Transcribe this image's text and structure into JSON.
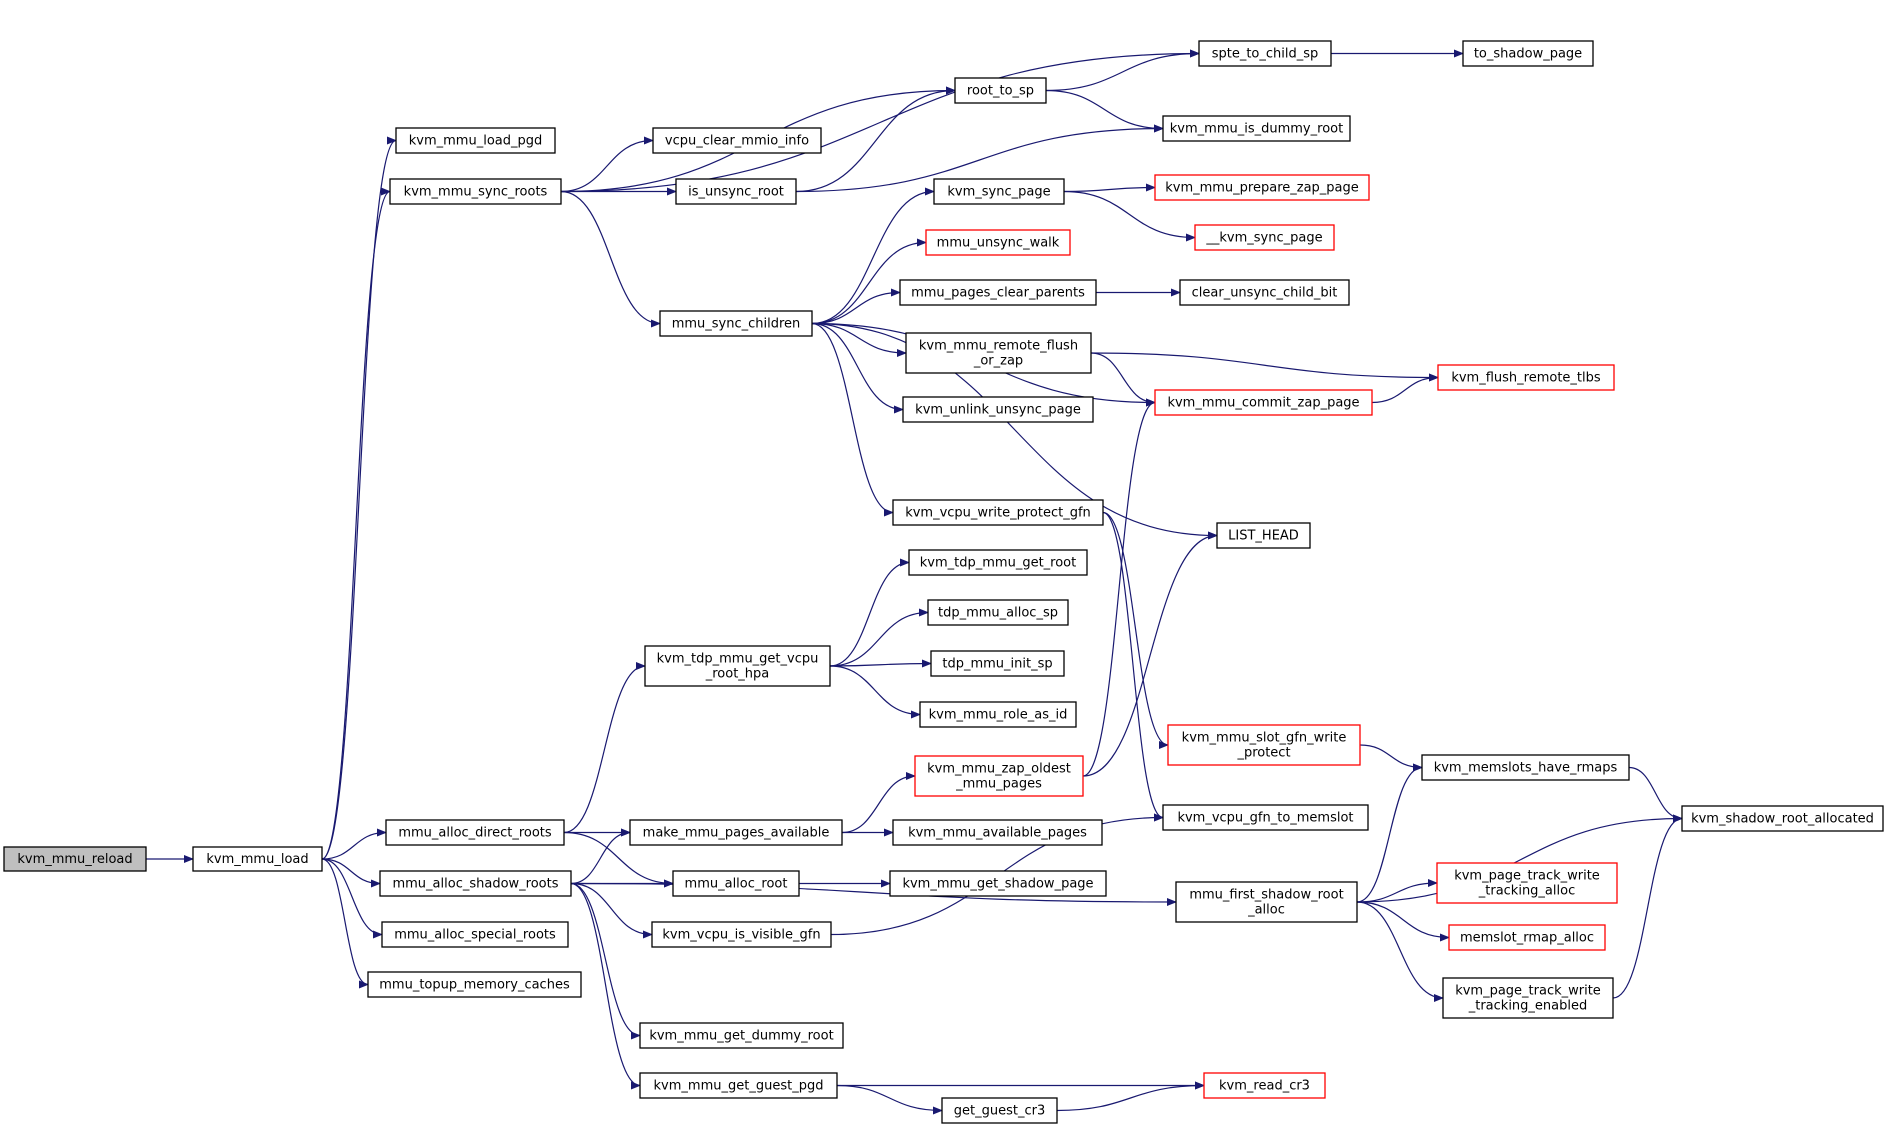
{
  "colors": {
    "edge": "#191970",
    "node_border_normal": "#000000",
    "node_border_truncated": "#ff0000",
    "root_fill": "#bfbfbf",
    "node_fill": "#ffffff"
  },
  "nodes": [
    {
      "id": "kvm_mmu_reload",
      "lines": [
        "kvm_mmu_reload"
      ],
      "style": "root"
    },
    {
      "id": "kvm_mmu_load",
      "lines": [
        "kvm_mmu_load"
      ],
      "style": "normal"
    },
    {
      "id": "kvm_mmu_load_pgd",
      "lines": [
        "kvm_mmu_load_pgd"
      ],
      "style": "normal"
    },
    {
      "id": "kvm_mmu_sync_roots",
      "lines": [
        "kvm_mmu_sync_roots"
      ],
      "style": "normal"
    },
    {
      "id": "mmu_alloc_direct_roots",
      "lines": [
        "mmu_alloc_direct_roots"
      ],
      "style": "normal"
    },
    {
      "id": "mmu_alloc_shadow_roots",
      "lines": [
        "mmu_alloc_shadow_roots"
      ],
      "style": "normal"
    },
    {
      "id": "mmu_alloc_special_roots",
      "lines": [
        "mmu_alloc_special_roots"
      ],
      "style": "normal"
    },
    {
      "id": "mmu_topup_memory_caches",
      "lines": [
        "mmu_topup_memory_caches"
      ],
      "style": "normal"
    },
    {
      "id": "vcpu_clear_mmio_info",
      "lines": [
        "vcpu_clear_mmio_info"
      ],
      "style": "normal"
    },
    {
      "id": "is_unsync_root",
      "lines": [
        "is_unsync_root"
      ],
      "style": "normal"
    },
    {
      "id": "root_to_sp",
      "lines": [
        "root_to_sp"
      ],
      "style": "normal"
    },
    {
      "id": "spte_to_child_sp",
      "lines": [
        "spte_to_child_sp"
      ],
      "style": "normal"
    },
    {
      "id": "to_shadow_page",
      "lines": [
        "to_shadow_page"
      ],
      "style": "normal"
    },
    {
      "id": "kvm_mmu_is_dummy_root",
      "lines": [
        "kvm_mmu_is_dummy_root"
      ],
      "style": "normal"
    },
    {
      "id": "mmu_sync_children",
      "lines": [
        "mmu_sync_children"
      ],
      "style": "normal"
    },
    {
      "id": "kvm_sync_page",
      "lines": [
        "kvm_sync_page"
      ],
      "style": "normal"
    },
    {
      "id": "kvm_mmu_prepare_zap_page",
      "lines": [
        "kvm_mmu_prepare_zap_page"
      ],
      "style": "truncated"
    },
    {
      "id": "__kvm_sync_page",
      "lines": [
        "__kvm_sync_page"
      ],
      "style": "truncated"
    },
    {
      "id": "mmu_unsync_walk",
      "lines": [
        "mmu_unsync_walk"
      ],
      "style": "truncated"
    },
    {
      "id": "mmu_pages_clear_parents",
      "lines": [
        "mmu_pages_clear_parents"
      ],
      "style": "normal"
    },
    {
      "id": "clear_unsync_child_bit",
      "lines": [
        "clear_unsync_child_bit"
      ],
      "style": "normal"
    },
    {
      "id": "kvm_mmu_remote_flush_or_zap",
      "lines": [
        "kvm_mmu_remote_flush",
        "_or_zap"
      ],
      "style": "normal"
    },
    {
      "id": "kvm_flush_remote_tlbs",
      "lines": [
        "kvm_flush_remote_tlbs"
      ],
      "style": "truncated"
    },
    {
      "id": "kvm_mmu_commit_zap_page",
      "lines": [
        "kvm_mmu_commit_zap_page"
      ],
      "style": "truncated"
    },
    {
      "id": "kvm_unlink_unsync_page",
      "lines": [
        "kvm_unlink_unsync_page"
      ],
      "style": "normal"
    },
    {
      "id": "kvm_vcpu_write_protect_gfn",
      "lines": [
        "kvm_vcpu_write_protect_gfn"
      ],
      "style": "normal"
    },
    {
      "id": "LIST_HEAD",
      "lines": [
        "LIST_HEAD"
      ],
      "style": "normal"
    },
    {
      "id": "kvm_tdp_mmu_get_root",
      "lines": [
        "kvm_tdp_mmu_get_root"
      ],
      "style": "normal"
    },
    {
      "id": "tdp_mmu_alloc_sp",
      "lines": [
        "tdp_mmu_alloc_sp"
      ],
      "style": "normal"
    },
    {
      "id": "kvm_tdp_mmu_get_vcpu_root_hpa",
      "lines": [
        "kvm_tdp_mmu_get_vcpu",
        "_root_hpa"
      ],
      "style": "normal"
    },
    {
      "id": "tdp_mmu_init_sp",
      "lines": [
        "tdp_mmu_init_sp"
      ],
      "style": "normal"
    },
    {
      "id": "kvm_mmu_role_as_id",
      "lines": [
        "kvm_mmu_role_as_id"
      ],
      "style": "normal"
    },
    {
      "id": "kvm_mmu_zap_oldest_mmu_pages",
      "lines": [
        "kvm_mmu_zap_oldest",
        "_mmu_pages"
      ],
      "style": "truncated"
    },
    {
      "id": "kvm_mmu_slot_gfn_write_protect",
      "lines": [
        "kvm_mmu_slot_gfn_write",
        "_protect"
      ],
      "style": "truncated"
    },
    {
      "id": "kvm_memslots_have_rmaps",
      "lines": [
        "kvm_memslots_have_rmaps"
      ],
      "style": "normal"
    },
    {
      "id": "kvm_shadow_root_allocated",
      "lines": [
        "kvm_shadow_root_allocated"
      ],
      "style": "normal"
    },
    {
      "id": "make_mmu_pages_available",
      "lines": [
        "make_mmu_pages_available"
      ],
      "style": "normal"
    },
    {
      "id": "kvm_mmu_available_pages",
      "lines": [
        "kvm_mmu_available_pages"
      ],
      "style": "normal"
    },
    {
      "id": "kvm_vcpu_gfn_to_memslot",
      "lines": [
        "kvm_vcpu_gfn_to_memslot"
      ],
      "style": "normal"
    },
    {
      "id": "mmu_alloc_root",
      "lines": [
        "mmu_alloc_root"
      ],
      "style": "normal"
    },
    {
      "id": "kvm_mmu_get_shadow_page",
      "lines": [
        "kvm_mmu_get_shadow_page"
      ],
      "style": "normal"
    },
    {
      "id": "mmu_first_shadow_root_alloc",
      "lines": [
        "mmu_first_shadow_root",
        "_alloc"
      ],
      "style": "normal"
    },
    {
      "id": "kvm_page_track_write_tracking_alloc",
      "lines": [
        "kvm_page_track_write",
        "_tracking_alloc"
      ],
      "style": "truncated"
    },
    {
      "id": "memslot_rmap_alloc",
      "lines": [
        "memslot_rmap_alloc"
      ],
      "style": "truncated"
    },
    {
      "id": "kvm_page_track_write_tracking_enabled",
      "lines": [
        "kvm_page_track_write",
        "_tracking_enabled"
      ],
      "style": "normal"
    },
    {
      "id": "kvm_vcpu_is_visible_gfn",
      "lines": [
        "kvm_vcpu_is_visible_gfn"
      ],
      "style": "normal"
    },
    {
      "id": "kvm_mmu_get_dummy_root",
      "lines": [
        "kvm_mmu_get_dummy_root"
      ],
      "style": "normal"
    },
    {
      "id": "kvm_mmu_get_guest_pgd",
      "lines": [
        "kvm_mmu_get_guest_pgd"
      ],
      "style": "normal"
    },
    {
      "id": "kvm_read_cr3",
      "lines": [
        "kvm_read_cr3"
      ],
      "style": "truncated"
    },
    {
      "id": "get_guest_cr3",
      "lines": [
        "get_guest_cr3"
      ],
      "style": "normal"
    }
  ],
  "edges": [
    [
      "kvm_mmu_reload",
      "kvm_mmu_load"
    ],
    [
      "kvm_mmu_load",
      "kvm_mmu_load_pgd"
    ],
    [
      "kvm_mmu_load",
      "kvm_mmu_sync_roots"
    ],
    [
      "kvm_mmu_load",
      "mmu_alloc_direct_roots"
    ],
    [
      "kvm_mmu_load",
      "mmu_alloc_shadow_roots"
    ],
    [
      "kvm_mmu_load",
      "mmu_alloc_special_roots"
    ],
    [
      "kvm_mmu_load",
      "mmu_topup_memory_caches"
    ],
    [
      "kvm_mmu_sync_roots",
      "spte_to_child_sp"
    ],
    [
      "kvm_mmu_sync_roots",
      "root_to_sp"
    ],
    [
      "kvm_mmu_sync_roots",
      "vcpu_clear_mmio_info"
    ],
    [
      "kvm_mmu_sync_roots",
      "is_unsync_root"
    ],
    [
      "kvm_mmu_sync_roots",
      "mmu_sync_children"
    ],
    [
      "root_to_sp",
      "spte_to_child_sp"
    ],
    [
      "root_to_sp",
      "kvm_mmu_is_dummy_root"
    ],
    [
      "spte_to_child_sp",
      "to_shadow_page"
    ],
    [
      "is_unsync_root",
      "root_to_sp"
    ],
    [
      "is_unsync_root",
      "kvm_mmu_is_dummy_root"
    ],
    [
      "mmu_sync_children",
      "kvm_sync_page"
    ],
    [
      "mmu_sync_children",
      "mmu_unsync_walk"
    ],
    [
      "mmu_sync_children",
      "mmu_pages_clear_parents"
    ],
    [
      "mmu_sync_children",
      "kvm_mmu_remote_flush_or_zap"
    ],
    [
      "mmu_sync_children",
      "kvm_unlink_unsync_page"
    ],
    [
      "mmu_sync_children",
      "kvm_vcpu_write_protect_gfn"
    ],
    [
      "mmu_sync_children",
      "LIST_HEAD"
    ],
    [
      "mmu_sync_children",
      "kvm_mmu_commit_zap_page"
    ],
    [
      "kvm_sync_page",
      "kvm_mmu_prepare_zap_page"
    ],
    [
      "kvm_sync_page",
      "__kvm_sync_page"
    ],
    [
      "mmu_pages_clear_parents",
      "clear_unsync_child_bit"
    ],
    [
      "kvm_mmu_remote_flush_or_zap",
      "kvm_flush_remote_tlbs"
    ],
    [
      "kvm_mmu_remote_flush_or_zap",
      "kvm_mmu_commit_zap_page"
    ],
    [
      "kvm_mmu_commit_zap_page",
      "kvm_flush_remote_tlbs"
    ],
    [
      "kvm_vcpu_write_protect_gfn",
      "kvm_mmu_slot_gfn_write_protect"
    ],
    [
      "kvm_vcpu_write_protect_gfn",
      "kvm_vcpu_gfn_to_memslot"
    ],
    [
      "kvm_mmu_slot_gfn_write_protect",
      "kvm_memslots_have_rmaps"
    ],
    [
      "kvm_memslots_have_rmaps",
      "kvm_shadow_root_allocated"
    ],
    [
      "mmu_alloc_direct_roots",
      "kvm_tdp_mmu_get_vcpu_root_hpa"
    ],
    [
      "mmu_alloc_direct_roots",
      "make_mmu_pages_available"
    ],
    [
      "mmu_alloc_direct_roots",
      "mmu_alloc_root"
    ],
    [
      "kvm_tdp_mmu_get_vcpu_root_hpa",
      "kvm_tdp_mmu_get_root"
    ],
    [
      "kvm_tdp_mmu_get_vcpu_root_hpa",
      "tdp_mmu_alloc_sp"
    ],
    [
      "kvm_tdp_mmu_get_vcpu_root_hpa",
      "tdp_mmu_init_sp"
    ],
    [
      "kvm_tdp_mmu_get_vcpu_root_hpa",
      "kvm_mmu_role_as_id"
    ],
    [
      "make_mmu_pages_available",
      "kvm_mmu_zap_oldest_mmu_pages"
    ],
    [
      "make_mmu_pages_available",
      "kvm_mmu_available_pages"
    ],
    [
      "kvm_mmu_zap_oldest_mmu_pages",
      "kvm_mmu_commit_zap_page"
    ],
    [
      "kvm_mmu_zap_oldest_mmu_pages",
      "LIST_HEAD"
    ],
    [
      "mmu_alloc_root",
      "kvm_mmu_get_shadow_page"
    ],
    [
      "mmu_alloc_shadow_roots",
      "make_mmu_pages_available"
    ],
    [
      "mmu_alloc_shadow_roots",
      "mmu_alloc_root"
    ],
    [
      "mmu_alloc_shadow_roots",
      "kvm_vcpu_is_visible_gfn"
    ],
    [
      "mmu_alloc_shadow_roots",
      "mmu_first_shadow_root_alloc"
    ],
    [
      "mmu_alloc_shadow_roots",
      "kvm_mmu_get_dummy_root"
    ],
    [
      "mmu_alloc_shadow_roots",
      "kvm_mmu_get_guest_pgd"
    ],
    [
      "kvm_vcpu_is_visible_gfn",
      "kvm_vcpu_gfn_to_memslot"
    ],
    [
      "mmu_first_shadow_root_alloc",
      "kvm_memslots_have_rmaps"
    ],
    [
      "mmu_first_shadow_root_alloc",
      "kvm_shadow_root_allocated"
    ],
    [
      "mmu_first_shadow_root_alloc",
      "kvm_page_track_write_tracking_alloc"
    ],
    [
      "mmu_first_shadow_root_alloc",
      "memslot_rmap_alloc"
    ],
    [
      "mmu_first_shadow_root_alloc",
      "kvm_page_track_write_tracking_enabled"
    ],
    [
      "kvm_page_track_write_tracking_enabled",
      "kvm_shadow_root_allocated"
    ],
    [
      "kvm_mmu_get_guest_pgd",
      "kvm_read_cr3"
    ],
    [
      "kvm_mmu_get_guest_pgd",
      "get_guest_cr3"
    ],
    [
      "get_guest_cr3",
      "kvm_read_cr3"
    ]
  ]
}
